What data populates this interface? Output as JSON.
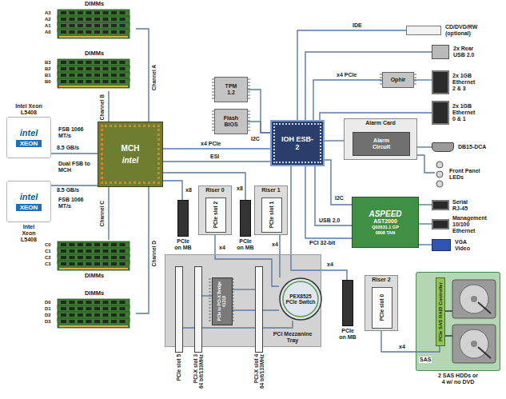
{
  "diagram": {
    "nodes": [
      {
        "text": [
          "DIMMs"
        ]
      },
      {
        "text": [
          "DIMMs"
        ]
      },
      {
        "text": [
          "Intel Xeon L5408",
          "intel",
          "XEON"
        ]
      },
      {
        "text": [
          "MCH",
          "intel"
        ]
      },
      {
        "text": [
          "Intel Xeon L5408",
          "intel",
          "XEON"
        ]
      },
      {
        "text": [
          "DIMMs"
        ]
      },
      {
        "text": [
          "DIMMs"
        ]
      },
      {
        "text": [
          "TPM 1.2"
        ]
      },
      {
        "text": [
          "Flash BIOS"
        ]
      },
      {
        "text": [
          "IOH ESB-2"
        ]
      },
      {
        "text": [
          "CD/DVD/RW (optional)"
        ]
      },
      {
        "text": [
          "2x Rear USB 2.0"
        ]
      },
      {
        "text": [
          "Ophir"
        ]
      },
      {
        "text": [
          "2x 1GB Ethernet 2 & 3"
        ]
      },
      {
        "text": [
          "2x 1GB Ethernet 0 & 1"
        ]
      },
      {
        "text": [
          "Alarm Card"
        ]
      },
      {
        "text": [
          "Alarm Circuit"
        ],
        "in": 15
      },
      {
        "text": [
          "DB15-DCA"
        ]
      },
      {
        "text": [
          "Front Panel LEDs"
        ]
      },
      {
        "text": [
          "ASPEED",
          "AST2000",
          "Q02631.1 GP",
          "0808 TAN"
        ]
      },
      {
        "text": [
          "Serial RJ-45"
        ]
      },
      {
        "text": [
          "Management 10/100 Ethernet"
        ]
      },
      {
        "text": [
          "VGA Video"
        ]
      },
      {
        "text": [
          "Riser 0"
        ]
      },
      {
        "text": [
          "PCIe slot 2"
        ],
        "in": 23
      },
      {
        "text": [
          "PCIe on MB"
        ]
      },
      {
        "text": [
          "Riser 1"
        ]
      },
      {
        "text": [
          "PCIe slot 1"
        ],
        "in": 26
      },
      {
        "text": [
          "PCIe on MB"
        ]
      },
      {
        "text": [
          "PCI Mezzanine Tray"
        ]
      },
      {
        "text": [
          "PCIe slot 5"
        ],
        "in": 29
      },
      {
        "text": [
          "PCI-X slot 3",
          "64 bit/133MHz"
        ],
        "in": 29
      },
      {
        "text": [
          "PCIe to PCI-X Bridge",
          "41210"
        ],
        "in": 29
      },
      {
        "text": [
          "PCI-X slot 4",
          "64 bit/133MHz"
        ],
        "in": 29
      },
      {
        "text": [
          "PEX8525",
          "PCIe Switch"
        ],
        "in": 29
      },
      {
        "text": [
          "PCIe on MB"
        ]
      },
      {
        "text": [
          "Riser 2"
        ]
      },
      {
        "text": [
          "PCIe slot 0"
        ],
        "in": 36
      },
      {
        "text": [
          "2 SAS HDDs or 4 w/ no DVD"
        ]
      },
      {
        "text": [
          "PCIe SAS RAID Controller"
        ],
        "in": 38
      }
    ],
    "edges": [
      {
        "from": 2,
        "to": 3,
        "label": "8.5 GB/s",
        "arrow": "none"
      },
      {
        "from": 4,
        "to": 3,
        "label": "8.5 GB/s",
        "arrow": "none"
      },
      {
        "from": 3,
        "to": 0,
        "label": "Channel A",
        "arrow": "none"
      },
      {
        "from": 3,
        "to": 1,
        "label": "Channel B",
        "arrow": "none"
      },
      {
        "from": 3,
        "to": 5,
        "label": "Channel C",
        "arrow": "none"
      },
      {
        "from": 3,
        "to": 6,
        "label": "Channel D",
        "arrow": "none"
      },
      {
        "from": 3,
        "to": 9,
        "label": "x4 PCIe",
        "arrow": "none"
      },
      {
        "from": 3,
        "to": 9,
        "label": "ESI",
        "arrow": "none"
      },
      {
        "from": 3,
        "to": 25,
        "label": "x8",
        "arrow": "none"
      },
      {
        "from": 3,
        "to": 28,
        "label": "x8",
        "arrow": "none"
      },
      {
        "from": 7,
        "to": 9,
        "label": "I2C",
        "arrow": "none"
      },
      {
        "from": 8,
        "to": 9,
        "arrow": "none"
      },
      {
        "from": 9,
        "to": 10,
        "label": "IDE",
        "arrow": "none"
      },
      {
        "from": 9,
        "to": 11,
        "arrow": "none"
      },
      {
        "from": 9,
        "to": 12,
        "label": "x4 PCIe",
        "arrow": "none"
      },
      {
        "from": 12,
        "to": 13,
        "arrow": "none"
      },
      {
        "from": 9,
        "to": 14,
        "arrow": "none"
      },
      {
        "from": 9,
        "to": 15,
        "arrow": "none"
      },
      {
        "from": 15,
        "to": 17,
        "arrow": "none"
      },
      {
        "from": 15,
        "to": 18,
        "arrow": "none"
      },
      {
        "from": 9,
        "to": 19,
        "label": "I2C",
        "arrow": "none"
      },
      {
        "from": 9,
        "to": 19,
        "label": "USB 2.0",
        "arrow": "none"
      },
      {
        "from": 9,
        "to": 19,
        "label": "PCI 32-bit",
        "arrow": "none"
      },
      {
        "from": 19,
        "to": 20,
        "arrow": "none"
      },
      {
        "from": 19,
        "to": 21,
        "arrow": "none"
      },
      {
        "from": 19,
        "to": 22,
        "arrow": "none"
      },
      {
        "from": 9,
        "to": 35,
        "label": "x4",
        "arrow": "none"
      },
      {
        "from": 24,
        "to": 34,
        "label": "x4",
        "arrow": "none"
      },
      {
        "from": 27,
        "to": 34,
        "label": "x4",
        "arrow": "none"
      },
      {
        "from": 34,
        "to": 32,
        "arrow": "none"
      },
      {
        "from": 32,
        "to": 31,
        "arrow": "none"
      },
      {
        "from": 32,
        "to": 33,
        "arrow": "none"
      },
      {
        "from": 34,
        "to": 30,
        "arrow": "none"
      },
      {
        "from": 37,
        "to": 39,
        "label": "x4",
        "arrow": "none"
      }
    ],
    "labels": [
      "A3",
      "A2",
      "A1",
      "A0",
      "B3",
      "B2",
      "B1",
      "B0",
      "FSB 1066 MT/s",
      "Dual FSB to MCH",
      "FSB 1066 MT/s",
      "C0",
      "C1",
      "C2",
      "C3",
      "D0",
      "D1",
      "D2",
      "D3",
      "SAS"
    ]
  }
}
